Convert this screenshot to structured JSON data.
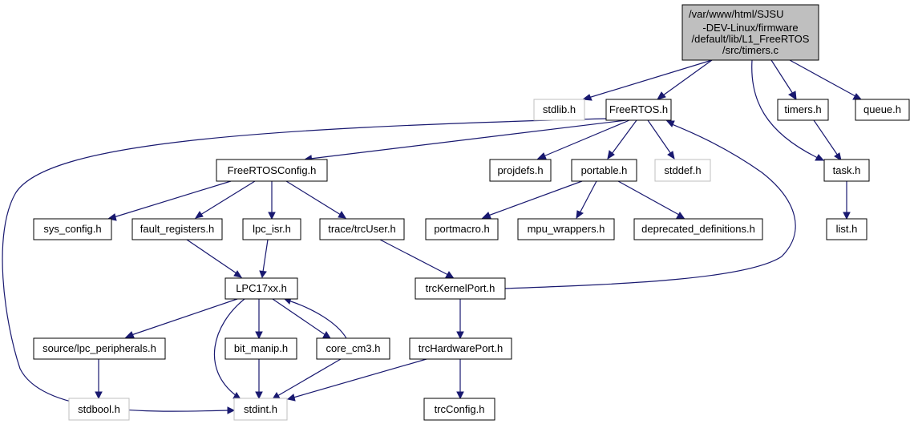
{
  "nodes": {
    "root": {
      "lines": [
        "/var/www/html/SJSU",
        "-DEV-Linux/firmware",
        "/default/lib/L1_FreeRTOS",
        "/src/timers.c"
      ]
    },
    "stdlib": {
      "label": "stdlib.h"
    },
    "freertos": {
      "label": "FreeRTOS.h"
    },
    "timers": {
      "label": "timers.h"
    },
    "queue": {
      "label": "queue.h"
    },
    "freertosconfig": {
      "label": "FreeRTOSConfig.h"
    },
    "projdefs": {
      "label": "projdefs.h"
    },
    "portable": {
      "label": "portable.h"
    },
    "stddef": {
      "label": "stddef.h"
    },
    "task": {
      "label": "task.h"
    },
    "sys_config": {
      "label": "sys_config.h"
    },
    "fault_registers": {
      "label": "fault_registers.h"
    },
    "lpc_isr": {
      "label": "lpc_isr.h"
    },
    "trcuser": {
      "label": "trace/trcUser.h"
    },
    "portmacro": {
      "label": "portmacro.h"
    },
    "mpu_wrappers": {
      "label": "mpu_wrappers.h"
    },
    "deprecated": {
      "label": "deprecated_definitions.h"
    },
    "list": {
      "label": "list.h"
    },
    "lpc17xx": {
      "label": "LPC17xx.h"
    },
    "trckernelport": {
      "label": "trcKernelPort.h"
    },
    "lpc_peripherals": {
      "label": "source/lpc_peripherals.h"
    },
    "bit_manip": {
      "label": "bit_manip.h"
    },
    "core_cm3": {
      "label": "core_cm3.h"
    },
    "trchardwareport": {
      "label": "trcHardwarePort.h"
    },
    "stdbool": {
      "label": "stdbool.h"
    },
    "stdint": {
      "label": "stdint.h"
    },
    "trcconfig": {
      "label": "trcConfig.h"
    }
  },
  "colors": {
    "edge": "#191970",
    "root_fill": "#bfbfbf",
    "missing_border": "#bfbfbf",
    "border": "#000000"
  }
}
